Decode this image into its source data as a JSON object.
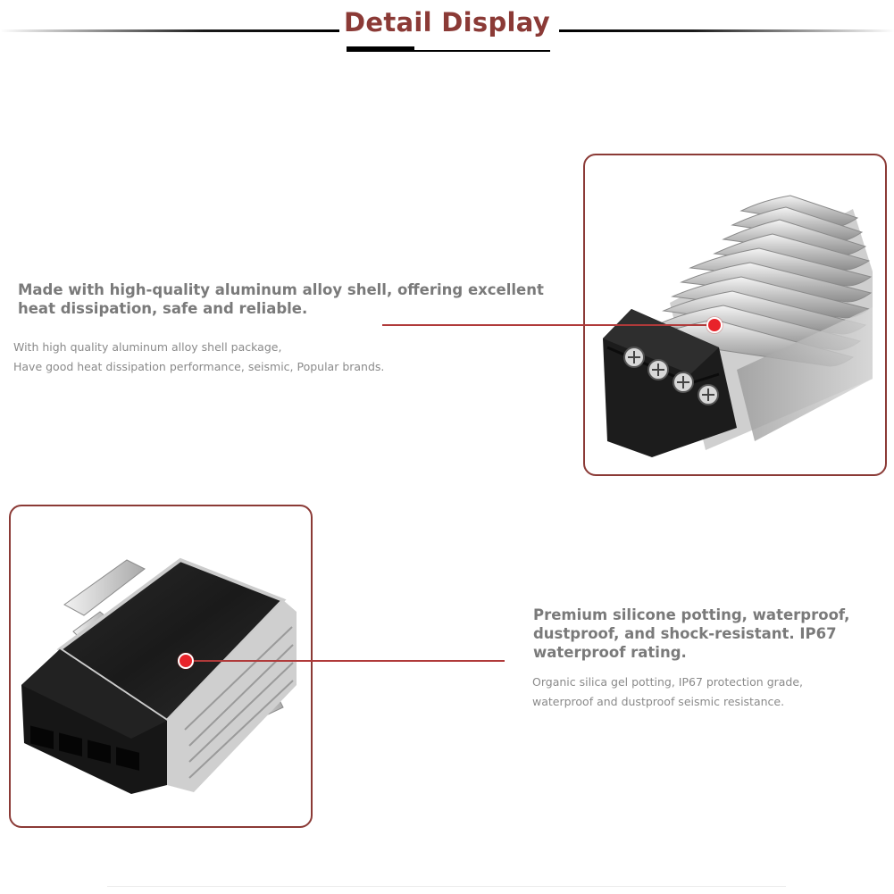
{
  "header": {
    "title": "Detail Display"
  },
  "feature_1": {
    "headline": "Made with high-quality aluminum alloy shell, offering excellent heat dissipation, safe and reliable.",
    "sub_line_1": "With high quality aluminum alloy shell package,",
    "sub_line_2": "Have good heat dissipation performance, seismic, Popular brands.",
    "image_icon": "aluminum-heatsink-terminal-block-image"
  },
  "feature_2": {
    "headline_line_1": "Premium silicone potting, waterproof,",
    "headline_line_2": "dustproof, and shock-resistant. IP67",
    "headline_line_3": "waterproof rating.",
    "sub_line_1": "Organic silica gel potting, IP67 protection grade,",
    "sub_line_2": "waterproof and dustproof seismic resistance.",
    "image_icon": "silicone-potted-underside-image"
  },
  "colors": {
    "accent": "#8b3a36",
    "callout_line": "#b03a3a",
    "callout_dot": "#e8232a",
    "headline_text": "#7a7a7a",
    "sub_text": "#8a8a8a"
  }
}
